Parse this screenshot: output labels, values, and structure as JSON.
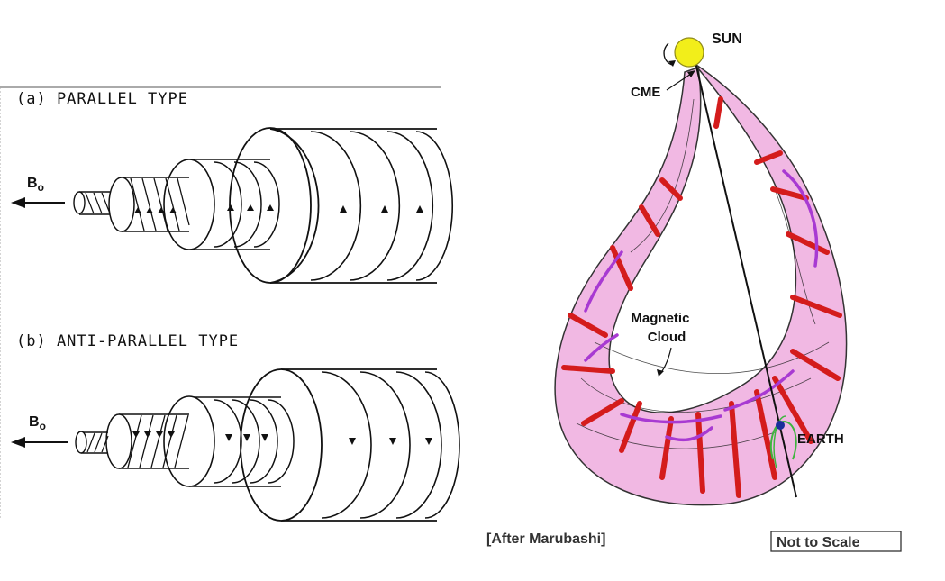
{
  "left_panel": {
    "parallel": {
      "title": "(a) PARALLEL TYPE",
      "field_label": "B",
      "field_sub": "o"
    },
    "antiparallel": {
      "title": "(b) ANTI-PARALLEL TYPE",
      "field_label": "B",
      "field_sub": "o"
    }
  },
  "right_panel": {
    "sun_label": "SUN",
    "cme_label": "CME",
    "cloud_label_line1": "Magnetic",
    "cloud_label_line2": "Cloud",
    "earth_label": "EARTH",
    "credit": "[After Marubashi]",
    "scale_note": "Not to Scale"
  },
  "colors": {
    "sun": "#f2ee1a",
    "loop_fill": "#f1b8e3",
    "field_red": "#d41c1c",
    "field_purple": "#a83ad2",
    "earth": "#1a2f9a",
    "earth_field": "#3fb53f"
  }
}
